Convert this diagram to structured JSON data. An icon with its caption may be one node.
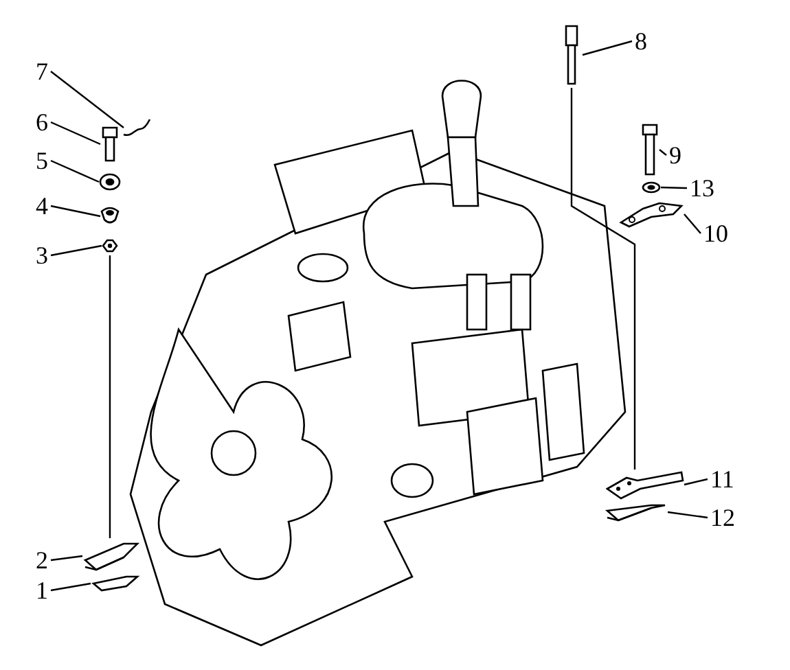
{
  "diagram": {
    "nodes": [
      {
        "text": [
          "8"
        ]
      },
      {
        "text": [
          "7"
        ]
      },
      {
        "text": [
          "9"
        ]
      },
      {
        "text": [
          "6"
        ]
      },
      {
        "text": [
          "13"
        ]
      },
      {
        "text": [
          "5"
        ]
      },
      {
        "text": [
          "10"
        ]
      },
      {
        "text": [
          "4"
        ]
      },
      {
        "text": [
          "3"
        ]
      },
      {
        "text": [
          "11"
        ]
      },
      {
        "text": [
          "12"
        ]
      },
      {
        "text": [
          "2"
        ]
      },
      {
        "text": [
          "1"
        ]
      },
      {
        "text": [],
        "shape": "picture"
      },
      {
        "text": [],
        "shape": "picture"
      },
      {
        "text": [],
        "shape": "picture"
      },
      {
        "text": [],
        "shape": "picture"
      },
      {
        "text": [],
        "shape": "picture"
      },
      {
        "text": [],
        "shape": "picture"
      },
      {
        "text": [],
        "shape": "picture"
      },
      {
        "text": [],
        "shape": "picture"
      },
      {
        "text": [],
        "shape": "picture"
      },
      {
        "text": [],
        "shape": "picture"
      },
      {
        "text": [],
        "shape": "picture"
      },
      {
        "text": [],
        "shape": "picture"
      },
      {
        "text": [],
        "shape": "picture"
      }
    ],
    "edges": [
      {
        "from": 0,
        "to": 13,
        "arrow": "none"
      },
      {
        "from": 1,
        "to": 14,
        "arrow": "none"
      },
      {
        "from": 2,
        "to": 15,
        "arrow": "none"
      },
      {
        "from": 3,
        "to": 16,
        "arrow": "none"
      },
      {
        "from": 4,
        "to": 17,
        "arrow": "none"
      },
      {
        "from": 5,
        "to": 18,
        "arrow": "none"
      },
      {
        "from": 6,
        "to": 19,
        "arrow": "none"
      },
      {
        "from": 7,
        "to": 20,
        "arrow": "none"
      },
      {
        "from": 8,
        "to": 21,
        "arrow": "none"
      },
      {
        "from": 9,
        "to": 22,
        "arrow": "none"
      },
      {
        "from": 10,
        "to": 23,
        "arrow": "none"
      },
      {
        "from": 11,
        "to": 24,
        "arrow": "none"
      },
      {
        "from": 12,
        "to": 25,
        "arrow": "none"
      }
    ]
  }
}
